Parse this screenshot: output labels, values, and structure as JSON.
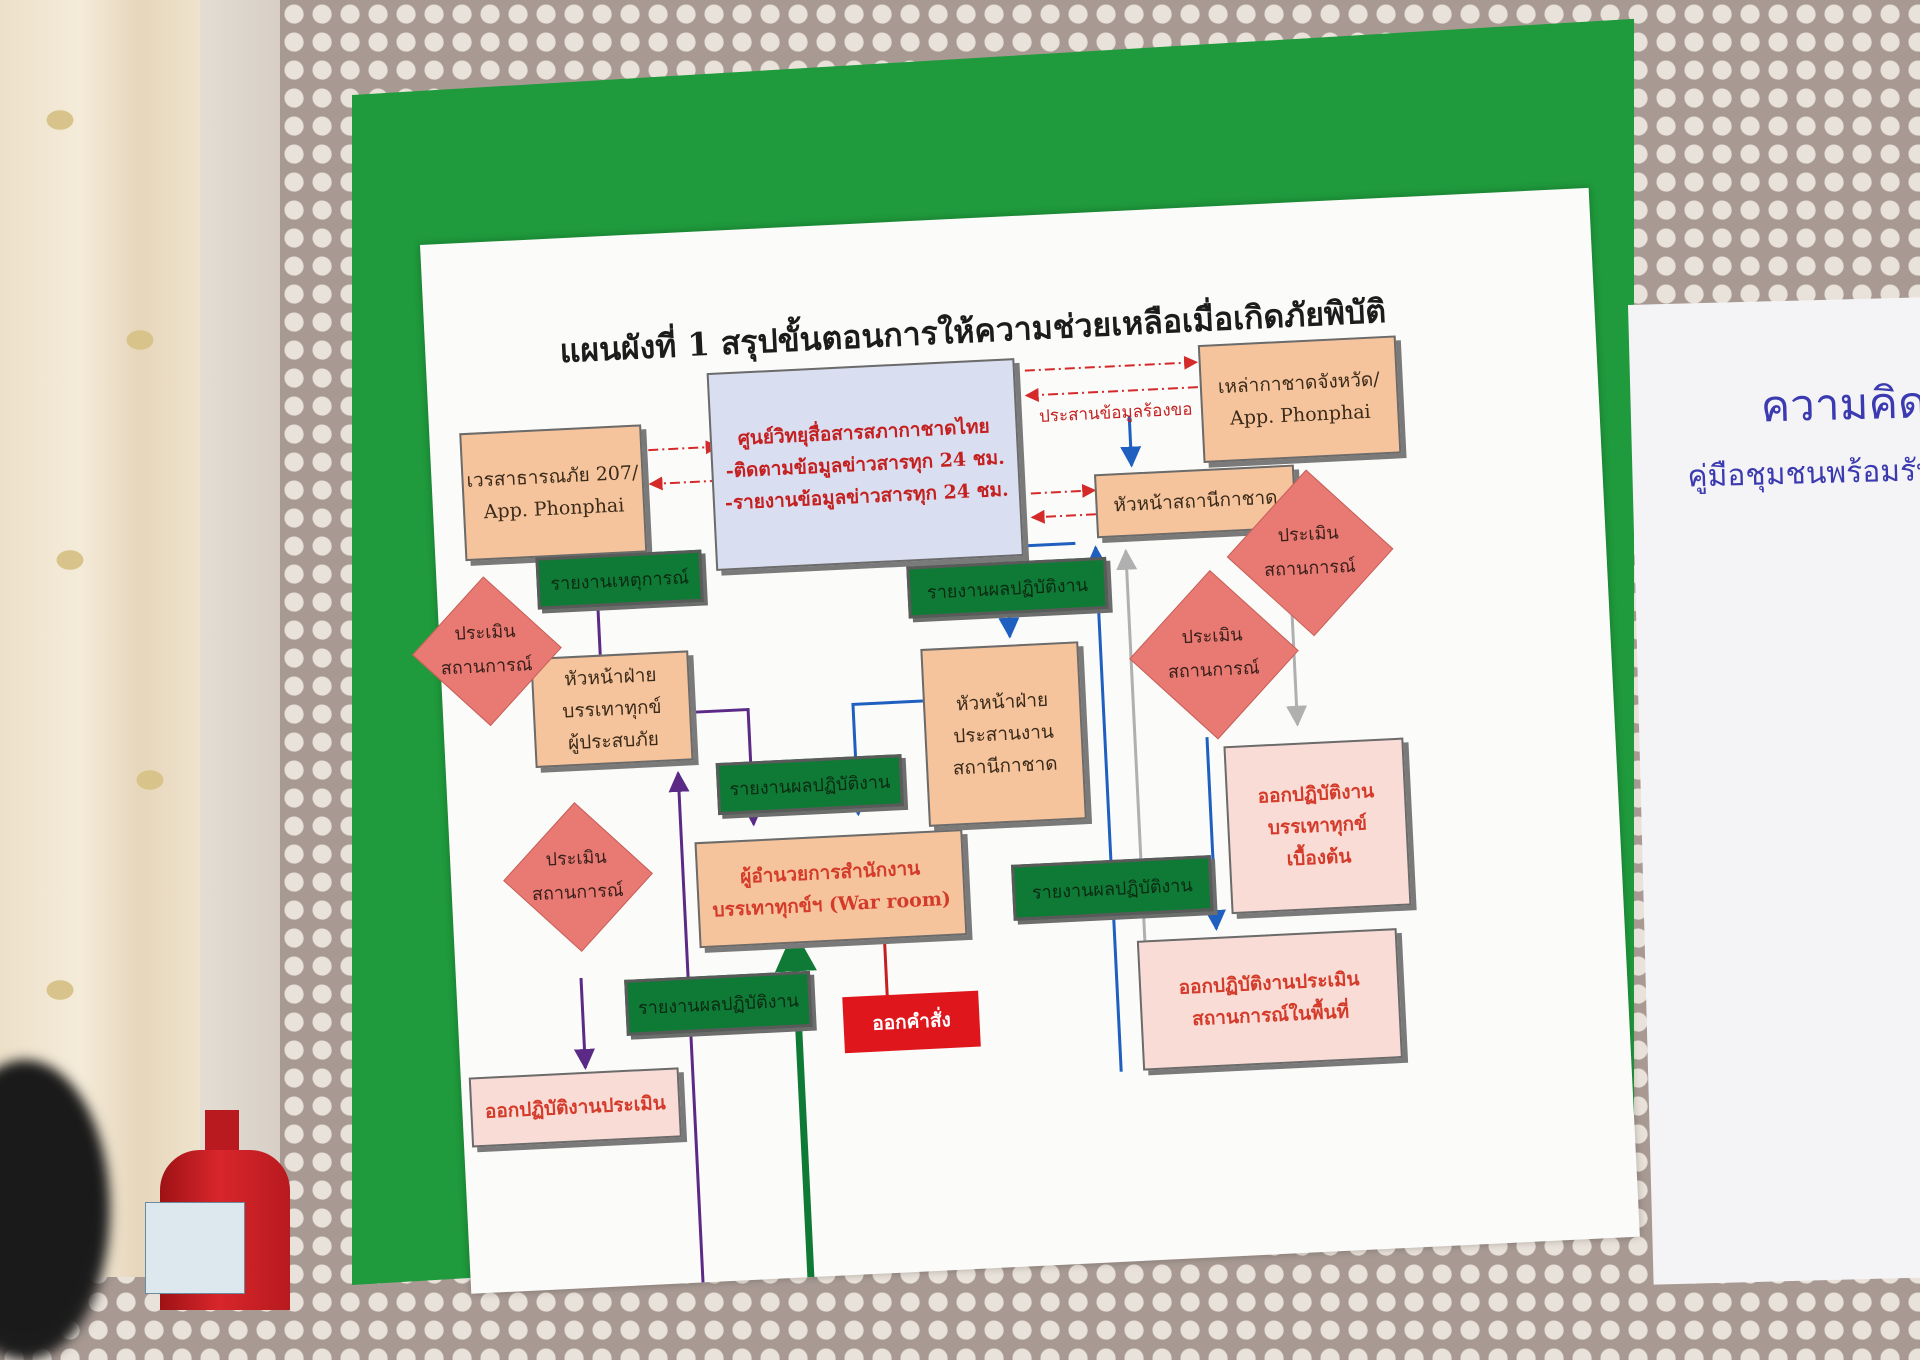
{
  "title": "แผนผังที่ 1 สรุปขั้นตอนการให้ความช่วยเหลือเมื่อเกิดภัยพิบัติ",
  "nodes": {
    "radio_center": {
      "lines": [
        "ศูนย์วิทยุสื่อสารสภากาชาดไทย",
        "-ติดตามข้อมูลข่าวสารทุก 24 ชม.",
        "-รายงานข้อมูลข่าวสารทุก 24 ชม."
      ]
    },
    "public_disaster": {
      "lines": [
        "เวรสาธารณภัย 207/",
        "App. Phonphai"
      ]
    },
    "provincial_redcross": {
      "lines": [
        "เหล่ากาชาดจังหวัด/",
        "App. Phonphai"
      ]
    },
    "station_head": {
      "lines": [
        "หัวหน้าสถานีกาชาด"
      ]
    },
    "relief_head": {
      "lines": [
        "หัวหน้าฝ่ายบรรเทาทุกข์",
        "ผู้ประสบภัย"
      ]
    },
    "coordination_head": {
      "lines": [
        "หัวหน้าฝ่าย",
        "ประสานงาน",
        "สถานีกาชาด"
      ]
    },
    "director": {
      "lines": [
        "ผู้อำนวยการสำนักงาน",
        "บรรเทาทุกข์ฯ (War room)"
      ]
    },
    "initial_relief": {
      "lines": [
        "ออกปฏิบัติงาน",
        "บรรเทาทุกข์",
        "เบื้องต้น"
      ]
    },
    "field_assessment": {
      "lines": [
        "ออกปฏิบัติงานประเมิน",
        "สถานการณ์ในพื้นที่"
      ]
    },
    "bottom_left_assessment": {
      "lines": [
        "ออกปฏิบัติงานประเมิน"
      ]
    }
  },
  "green_boxes": {
    "incident_report": "รายงานเหตุการณ์",
    "result_report_upper": "รายงานผลปฏิบัติงาน",
    "result_report_middle": "รายงานผลปฏิบัติงาน",
    "result_report_right": "รายงานผลปฏิบัติงาน",
    "result_report_lower": "รายงานผลปฏิบัติงาน"
  },
  "diamonds": {
    "left": [
      "ประเมิน",
      "สถานการณ์"
    ],
    "lower_left": [
      "ประเมิน",
      "สถานการณ์"
    ],
    "center_right": [
      "ประเมิน",
      "สถานการณ์"
    ],
    "far_right": [
      "ประเมิน",
      "สถานการณ์"
    ]
  },
  "labels": {
    "coordination_request": "ประสานข้อมูลร้องขอ",
    "order_button": "ออกคำสั่ง"
  },
  "side_sheet": {
    "title": "ความคิดเห็",
    "subtitle": "คู่มือชุมชนพร้อมรับม"
  },
  "colors": {
    "board_green": "#1f9a3c",
    "box_peach": "#f6c49c",
    "box_green": "#0f7a36",
    "diamond_red": "#e87a73",
    "arrow_purple": "#5b2a86",
    "arrow_blue": "#1f5fbf",
    "arrow_red_dashed": "#d42a2a",
    "arrow_gray": "#b0b0b0"
  }
}
